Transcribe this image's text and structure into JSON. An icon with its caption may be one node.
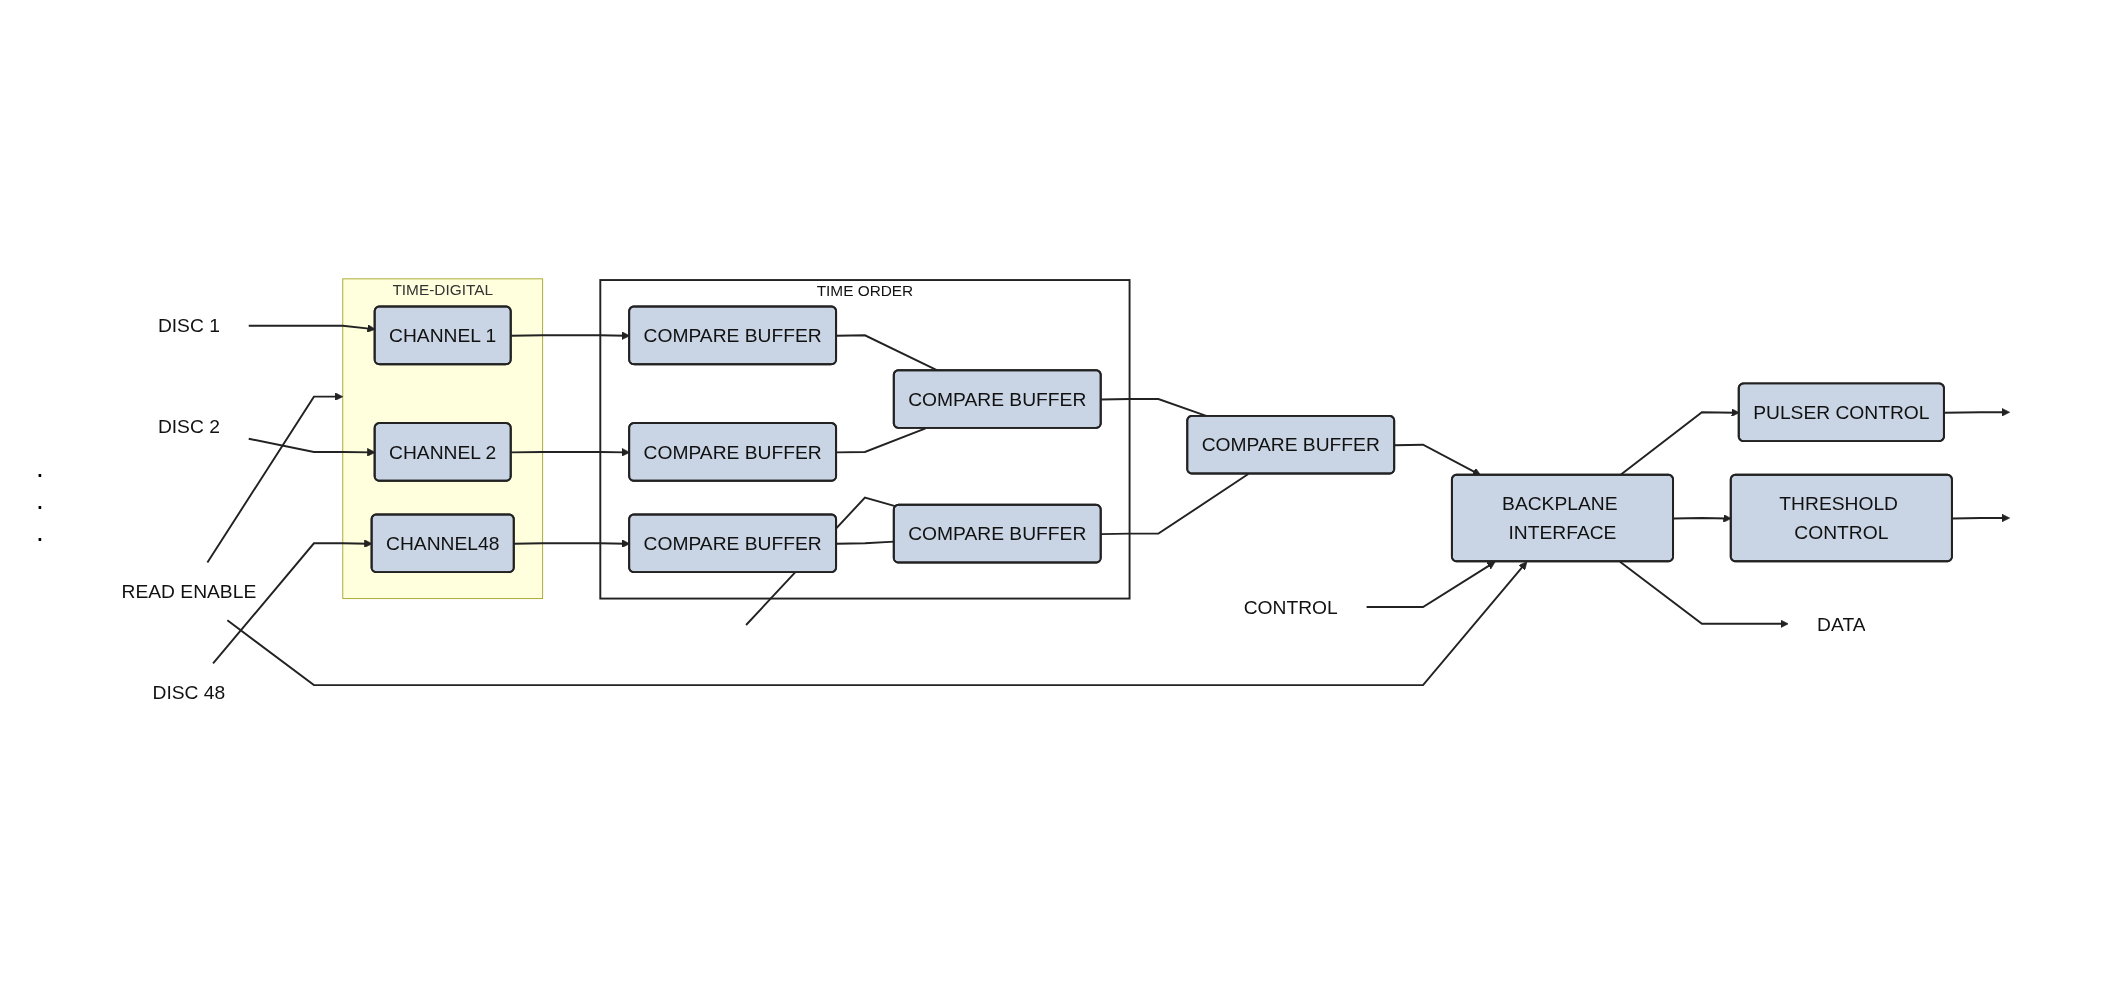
{
  "diagram": {
    "nodes": [
      {
        "text": [
          "TIME-DIGITAL"
        ]
      },
      {
        "text": [
          "CHANNEL 1"
        ],
        "in": 0
      },
      {
        "text": [
          "CHANNEL 2"
        ],
        "in": 0
      },
      {
        "text": [
          "CHANNEL48"
        ],
        "in": 0
      },
      {
        "text": [
          "TIME ORDER"
        ]
      },
      {
        "text": [
          "COMPARE BUFFER"
        ],
        "in": 4
      },
      {
        "text": [
          "COMPARE BUFFER"
        ],
        "in": 4
      },
      {
        "text": [
          "COMPARE BUFFER"
        ],
        "in": 4
      },
      {
        "text": [
          "COMPARE BUFFER"
        ],
        "in": 4
      },
      {
        "text": [
          "COMPARE BUFFER"
        ],
        "in": 4
      },
      {
        "text": [
          "PULSER CONTROL"
        ]
      },
      {
        "text": [
          "COMPARE BUFFER"
        ]
      },
      {
        "text": [
          "THRESHOLD CONTROL"
        ]
      },
      {
        "text": [
          "BACKPLANE INTERFACE"
        ]
      },
      {
        "text": [
          "DISC 1"
        ]
      },
      {
        "text": [
          "DISC 2"
        ]
      },
      {
        "text": [
          "DISC 48"
        ]
      },
      {
        "text": [
          "CONTROL"
        ]
      },
      {
        "text": [
          "DATA"
        ]
      },
      {
        "text": [
          "READ ENABLE"
        ]
      }
    ],
    "edges": [
      {
        "from": 14,
        "to": 1,
        "arrow": "to"
      },
      {
        "from": 15,
        "to": 2,
        "arrow": "to"
      },
      {
        "from": 16,
        "to": 3,
        "arrow": "to"
      },
      {
        "from": 1,
        "to": 5,
        "arrow": "to"
      },
      {
        "from": 2,
        "to": 6,
        "arrow": "to"
      },
      {
        "from": 3,
        "to": 7,
        "arrow": "to"
      },
      {
        "from": 5,
        "to": 8,
        "arrow": "none"
      },
      {
        "from": 6,
        "to": 8,
        "arrow": "none"
      },
      {
        "from": null,
        "to": 9,
        "arrow": "none"
      },
      {
        "from": 7,
        "to": 9,
        "arrow": "none"
      },
      {
        "from": 8,
        "to": 11,
        "arrow": "none"
      },
      {
        "from": 9,
        "to": 11,
        "arrow": "none"
      },
      {
        "from": 11,
        "to": 13,
        "arrow": "to"
      },
      {
        "from": 13,
        "to": 10,
        "arrow": "to"
      },
      {
        "from": 13,
        "to": 12,
        "arrow": "to"
      },
      {
        "from": 10,
        "to": null,
        "arrow": "to"
      },
      {
        "from": 12,
        "to": null,
        "arrow": "to"
      },
      {
        "from": 17,
        "to": 13,
        "arrow": "to"
      },
      {
        "from": 13,
        "to": 18,
        "arrow": "to"
      },
      {
        "from": 19,
        "to": 0,
        "arrow": "to"
      },
      {
        "from": 19,
        "to": 13,
        "arrow": "to"
      }
    ],
    "labels": [
      ".",
      ".",
      "."
    ]
  }
}
